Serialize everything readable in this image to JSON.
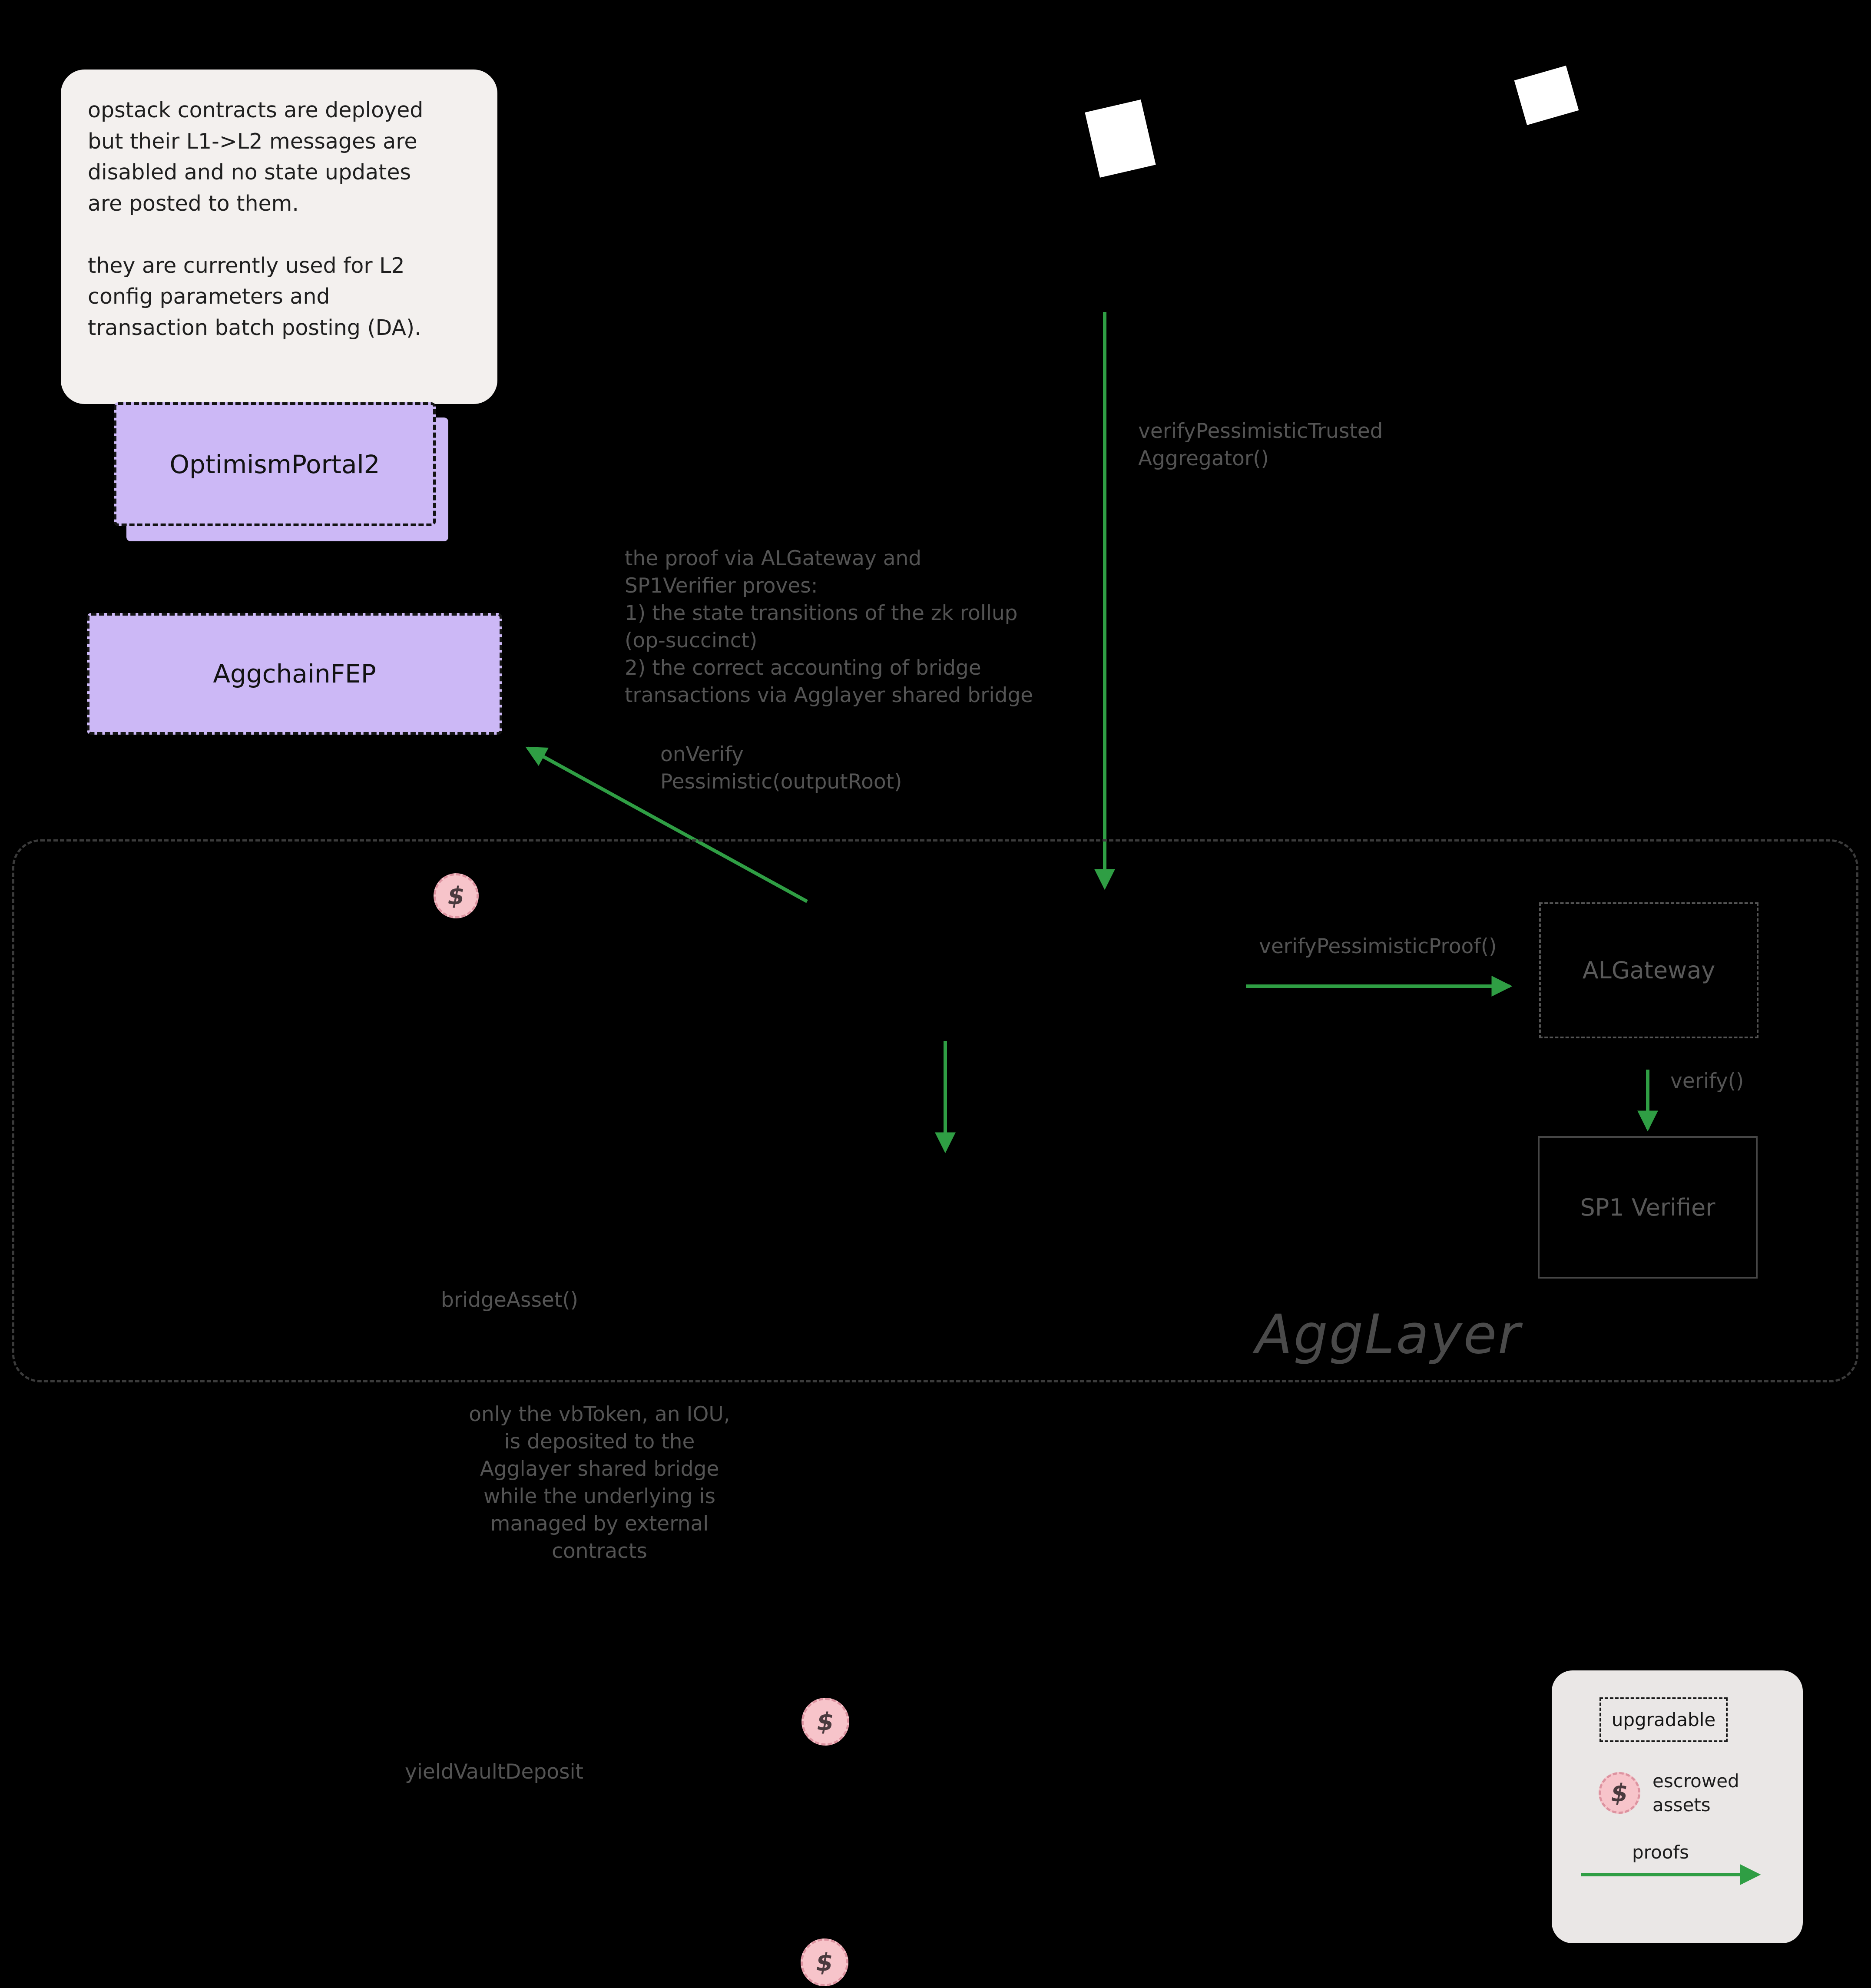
{
  "note": {
    "text": "opstack contracts are deployed\nbut their L1->L2 messages are\ndisabled and no state updates\nare posted to them.\n\nthey are currently used for L2\nconfig parameters and\ntransaction batch posting (DA)."
  },
  "purple_boxes": {
    "optimism_portal": {
      "label": "OptimismPortal2"
    },
    "aggchain_fep": {
      "label": "AggchainFEP"
    }
  },
  "agglayer": {
    "title": "AggLayer",
    "al_gateway": "ALGateway",
    "sp1_verifier": "SP1 Verifier"
  },
  "annotations": {
    "verify_pessimistic_trusted": "verifyPessimisticTrusted\nAggregator()",
    "proof_explanation": "the proof via ALGateway and\nSP1Verifier proves:\n1) the state transitions of the zk rollup\n   (op-succinct)\n2) the correct accounting of bridge\n   transactions via Agglayer shared bridge",
    "on_verify_pessimistic": "onVerify\nPessimistic(outputRoot)",
    "verify_pessimistic_proof": "verifyPessimisticProof()",
    "verify": "verify()",
    "bridge_asset": "bridgeAsset()",
    "vb_token_note": "only the vbToken, an IOU,\nis deposited to the\nAgglayer shared bridge\nwhile the underlying is\nmanaged by external contracts",
    "yield_vault_deposit": "yieldVaultDeposit"
  },
  "legend": {
    "upgradable": "upgradable",
    "escrowed_assets": "escrowed\nassets",
    "proofs": "proofs"
  },
  "icons": {
    "dollar": "$"
  },
  "colors": {
    "background": "#000000",
    "purple": "#ccb8f6",
    "green": "#2f9e44",
    "gray_text": "#545454",
    "pink": "#f7c4ca",
    "note_bg": "#f3f0ee",
    "legend_bg": "#eae7e6"
  }
}
